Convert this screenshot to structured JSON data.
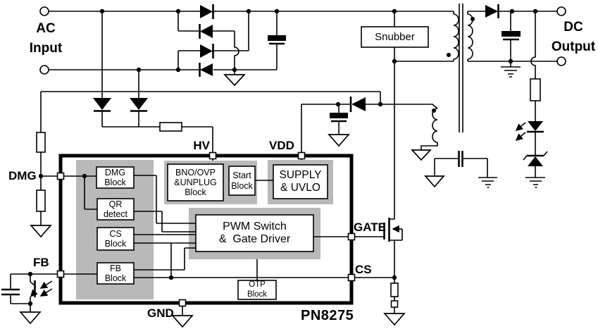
{
  "labels": {
    "ac_input": {
      "line1": "AC",
      "line2": "Input"
    },
    "dc_output": {
      "line1": "DC",
      "line2": "Output"
    },
    "snubber": "Snubber",
    "part_number": "PN8275"
  },
  "pins": {
    "hv": "HV",
    "vdd": "VDD",
    "dmg": "DMG",
    "fb": "FB",
    "gnd": "GND",
    "gate": "GATE",
    "cs": "CS"
  },
  "ic_blocks": {
    "dmg": {
      "lines": [
        "DMG",
        "Block"
      ]
    },
    "qr": {
      "lines": [
        "QR",
        "detect"
      ]
    },
    "cs": {
      "lines": [
        "CS",
        "Block"
      ]
    },
    "fb": {
      "lines": [
        "FB",
        "Block"
      ]
    },
    "bno": {
      "lines": [
        "BNO/OVP",
        "&UNPLUG",
        "Block"
      ]
    },
    "start": {
      "lines": [
        "Start",
        "Block"
      ]
    },
    "supply": {
      "lines": [
        "SUPPLY",
        "& UVLO"
      ]
    },
    "pwm": {
      "lines": [
        "PWM Switch",
        "&  Gate Driver"
      ]
    },
    "otp": {
      "lines": [
        "OTP",
        "Block"
      ]
    }
  },
  "colors": {
    "background": "#ffffff",
    "wire": "#000000",
    "block_fill": "#b9b9b9"
  }
}
